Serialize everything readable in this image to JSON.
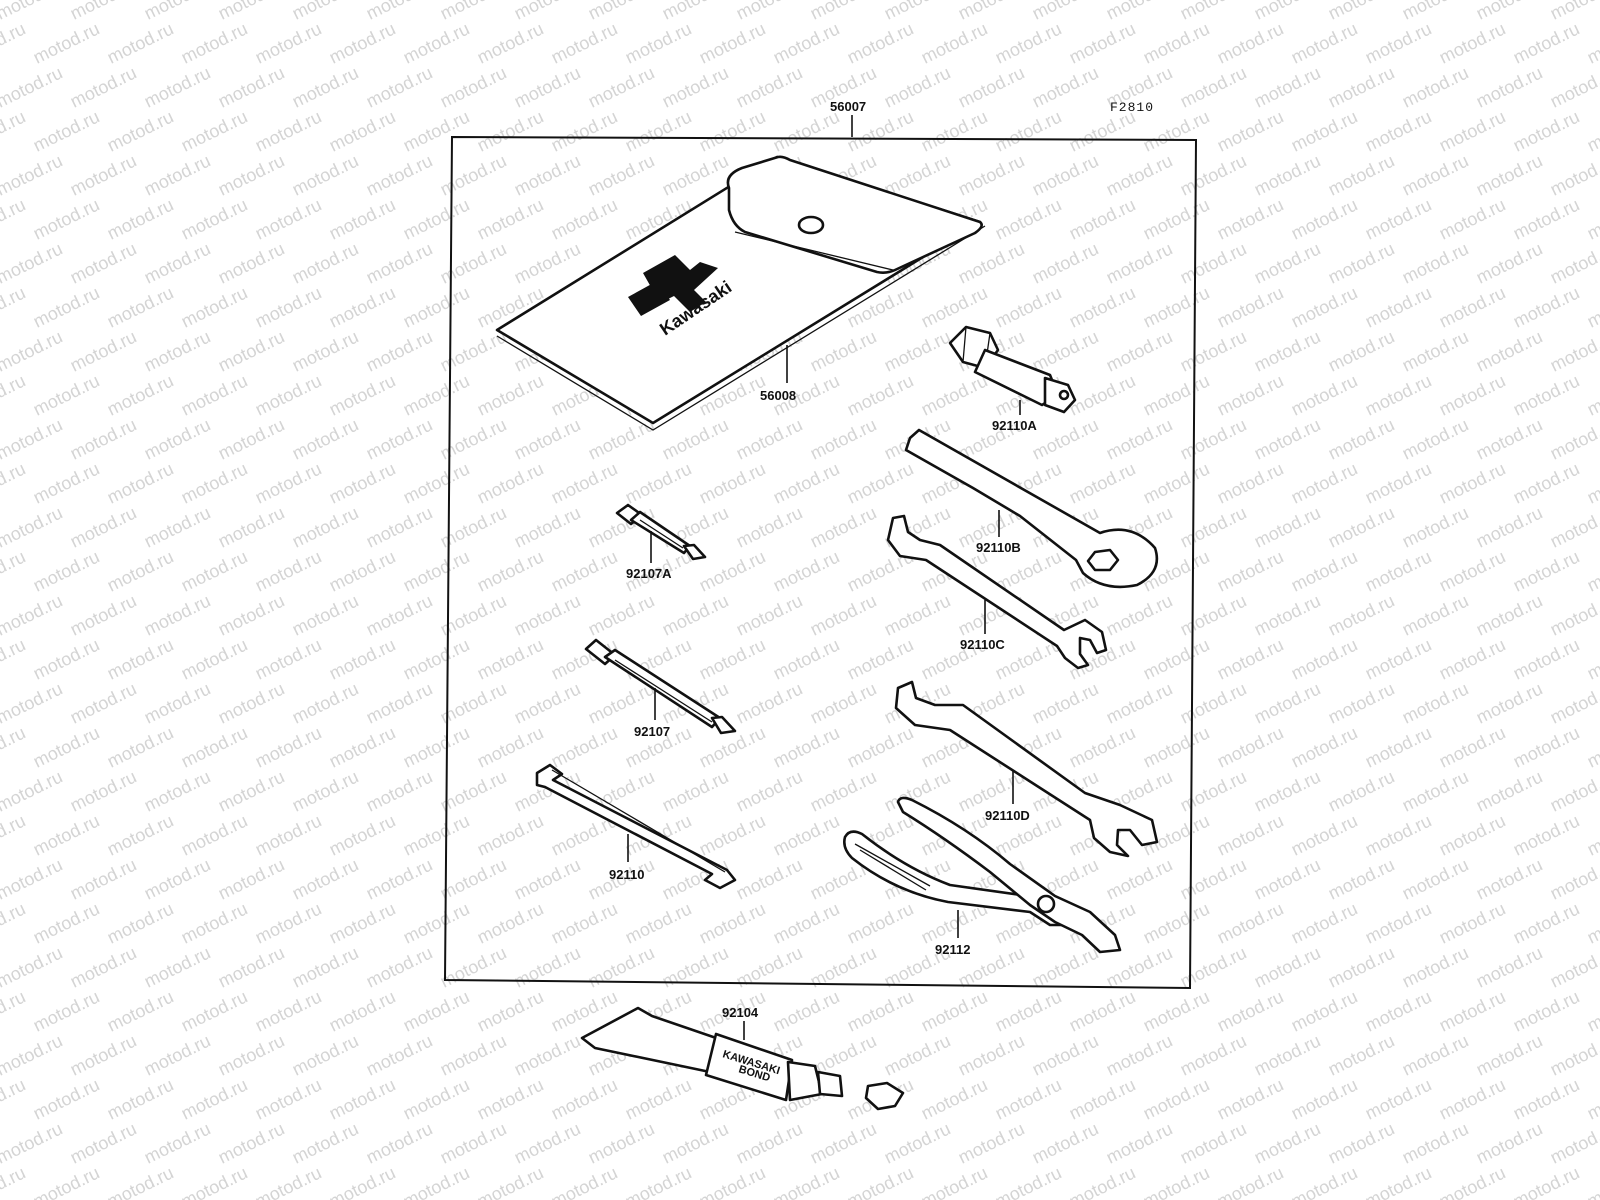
{
  "diagram": {
    "watermark_text": "motod.ru",
    "figure_code": "F2810",
    "brand_text_pouch": "Kawasaki",
    "tube_text_line1": "KAWASAKI",
    "tube_text_line2": "BOND",
    "parts": {
      "kit": "56007",
      "pouch": "56008",
      "wrench_a": "92110A",
      "ring_spanner": "92110B",
      "open_wrench_c": "92110C",
      "open_wrench_d": "92110D",
      "screwdriver_a": "92107A",
      "screwdriver": "92107",
      "spoke_wrench": "92110",
      "pliers": "92112",
      "bond_tube": "92104"
    },
    "colors": {
      "ink": "#111111",
      "background": "#ffffff",
      "watermark": "#d4d4d4"
    }
  }
}
